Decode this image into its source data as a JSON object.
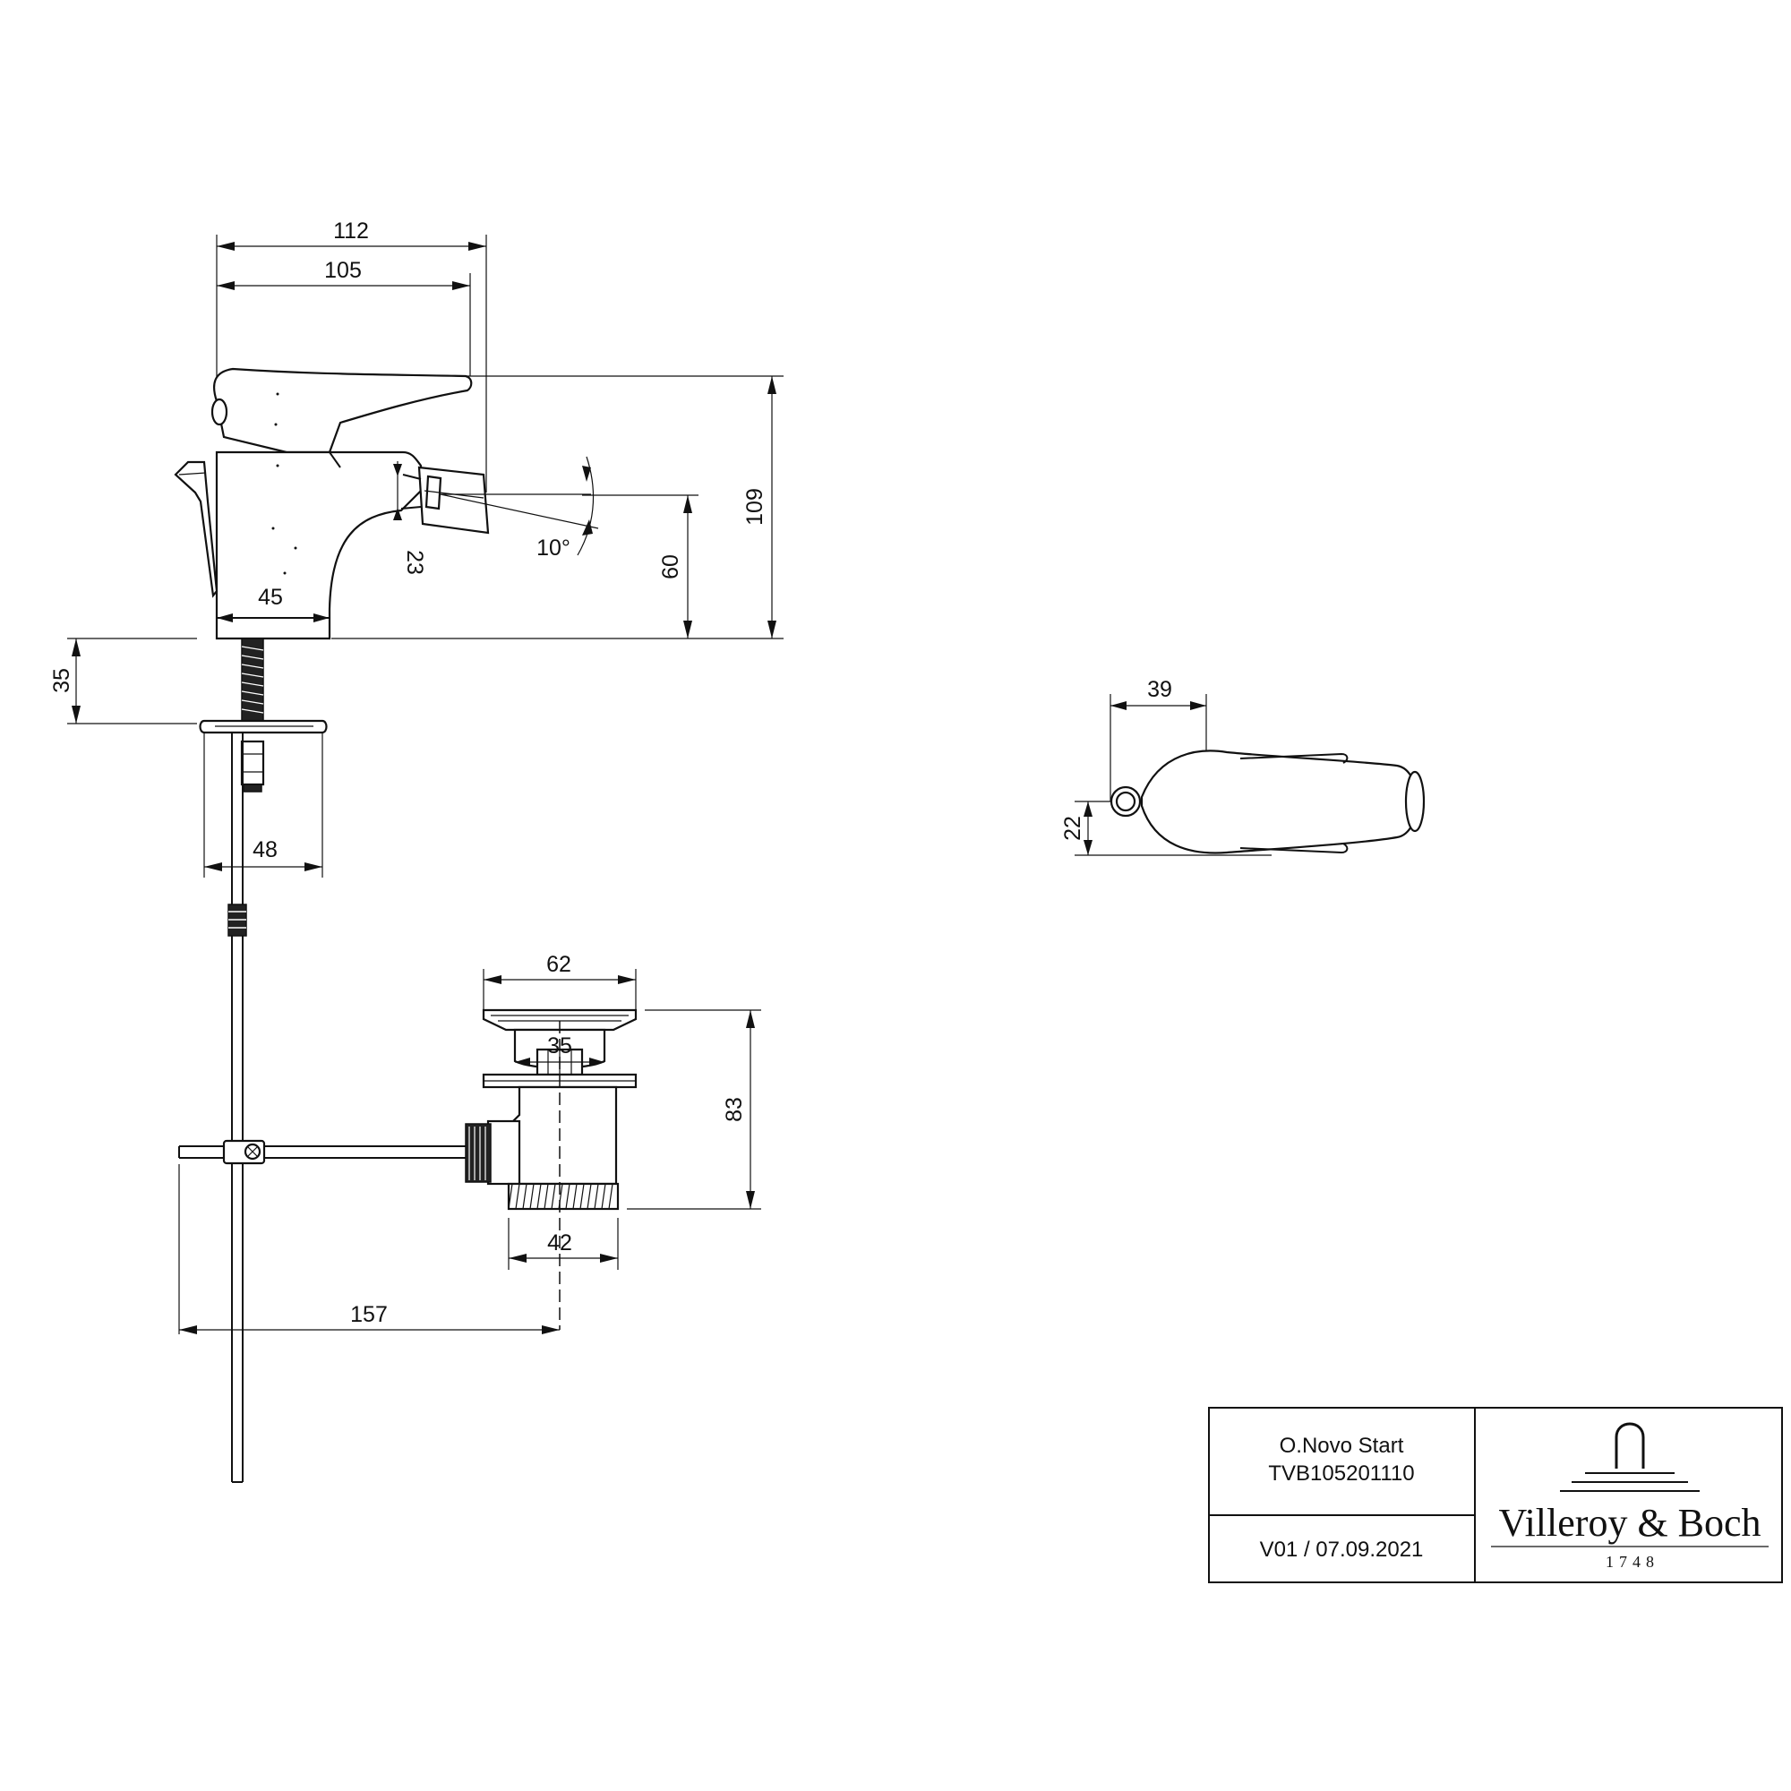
{
  "dimensions": {
    "overall_width": "112",
    "spout_reach": "105",
    "total_height": "109",
    "outlet_height": "60",
    "nozzle_offset": "23",
    "tilt_angle": "10°",
    "body_width": "45",
    "thread_length": "35",
    "base_plate_width": "48",
    "waste_flange_width": "62",
    "waste_plug_width": "35",
    "waste_height": "83",
    "waste_thread_width": "42",
    "rod_length": "157",
    "handle_offset": "39",
    "handle_height": "22"
  },
  "title_block": {
    "product_name": "O.Novo Start",
    "article_number": "TVB105201110",
    "revision": "V01 / 07.09.2021"
  },
  "brand": {
    "name": "Villeroy & Boch",
    "year": "1748"
  }
}
